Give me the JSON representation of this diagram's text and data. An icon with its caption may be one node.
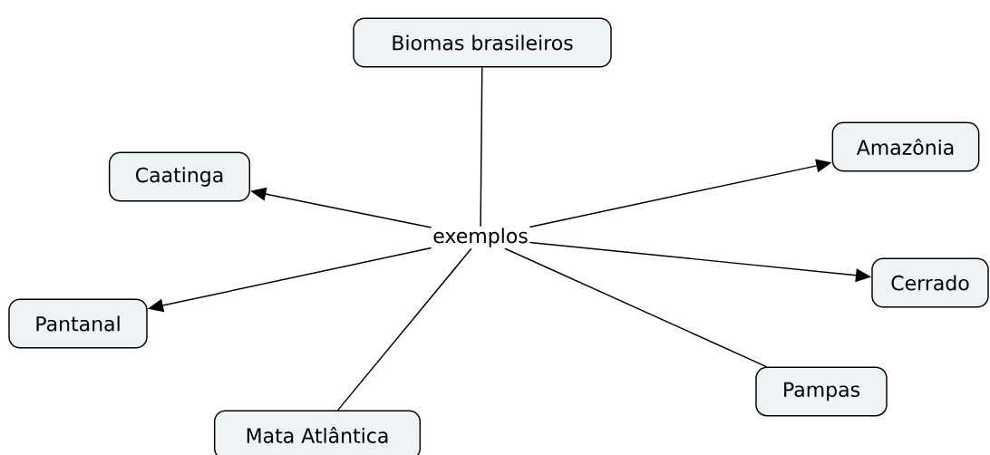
{
  "diagram": {
    "nodes": [
      {
        "text": [
          "Biomas brasileiros"
        ]
      },
      {
        "text": [
          "Caatinga"
        ]
      },
      {
        "text": [
          "Amazônia"
        ]
      },
      {
        "text": [
          "exemplos"
        ]
      },
      {
        "text": [
          "Cerrado"
        ]
      },
      {
        "text": [
          "Pantanal"
        ]
      },
      {
        "text": [
          "Pampas"
        ]
      },
      {
        "text": [
          "Mata Atlântica"
        ]
      }
    ],
    "edges": [
      {
        "from": 0,
        "to": 3,
        "arrow": "none"
      },
      {
        "from": 3,
        "to": 1,
        "arrow": "to"
      },
      {
        "from": 3,
        "to": 2,
        "arrow": "to"
      },
      {
        "from": 3,
        "to": 4,
        "arrow": "to"
      },
      {
        "from": 3,
        "to": 5,
        "arrow": "to"
      },
      {
        "from": 3,
        "to": 6,
        "arrow": "none"
      },
      {
        "from": 3,
        "to": 7,
        "arrow": "none"
      }
    ]
  }
}
